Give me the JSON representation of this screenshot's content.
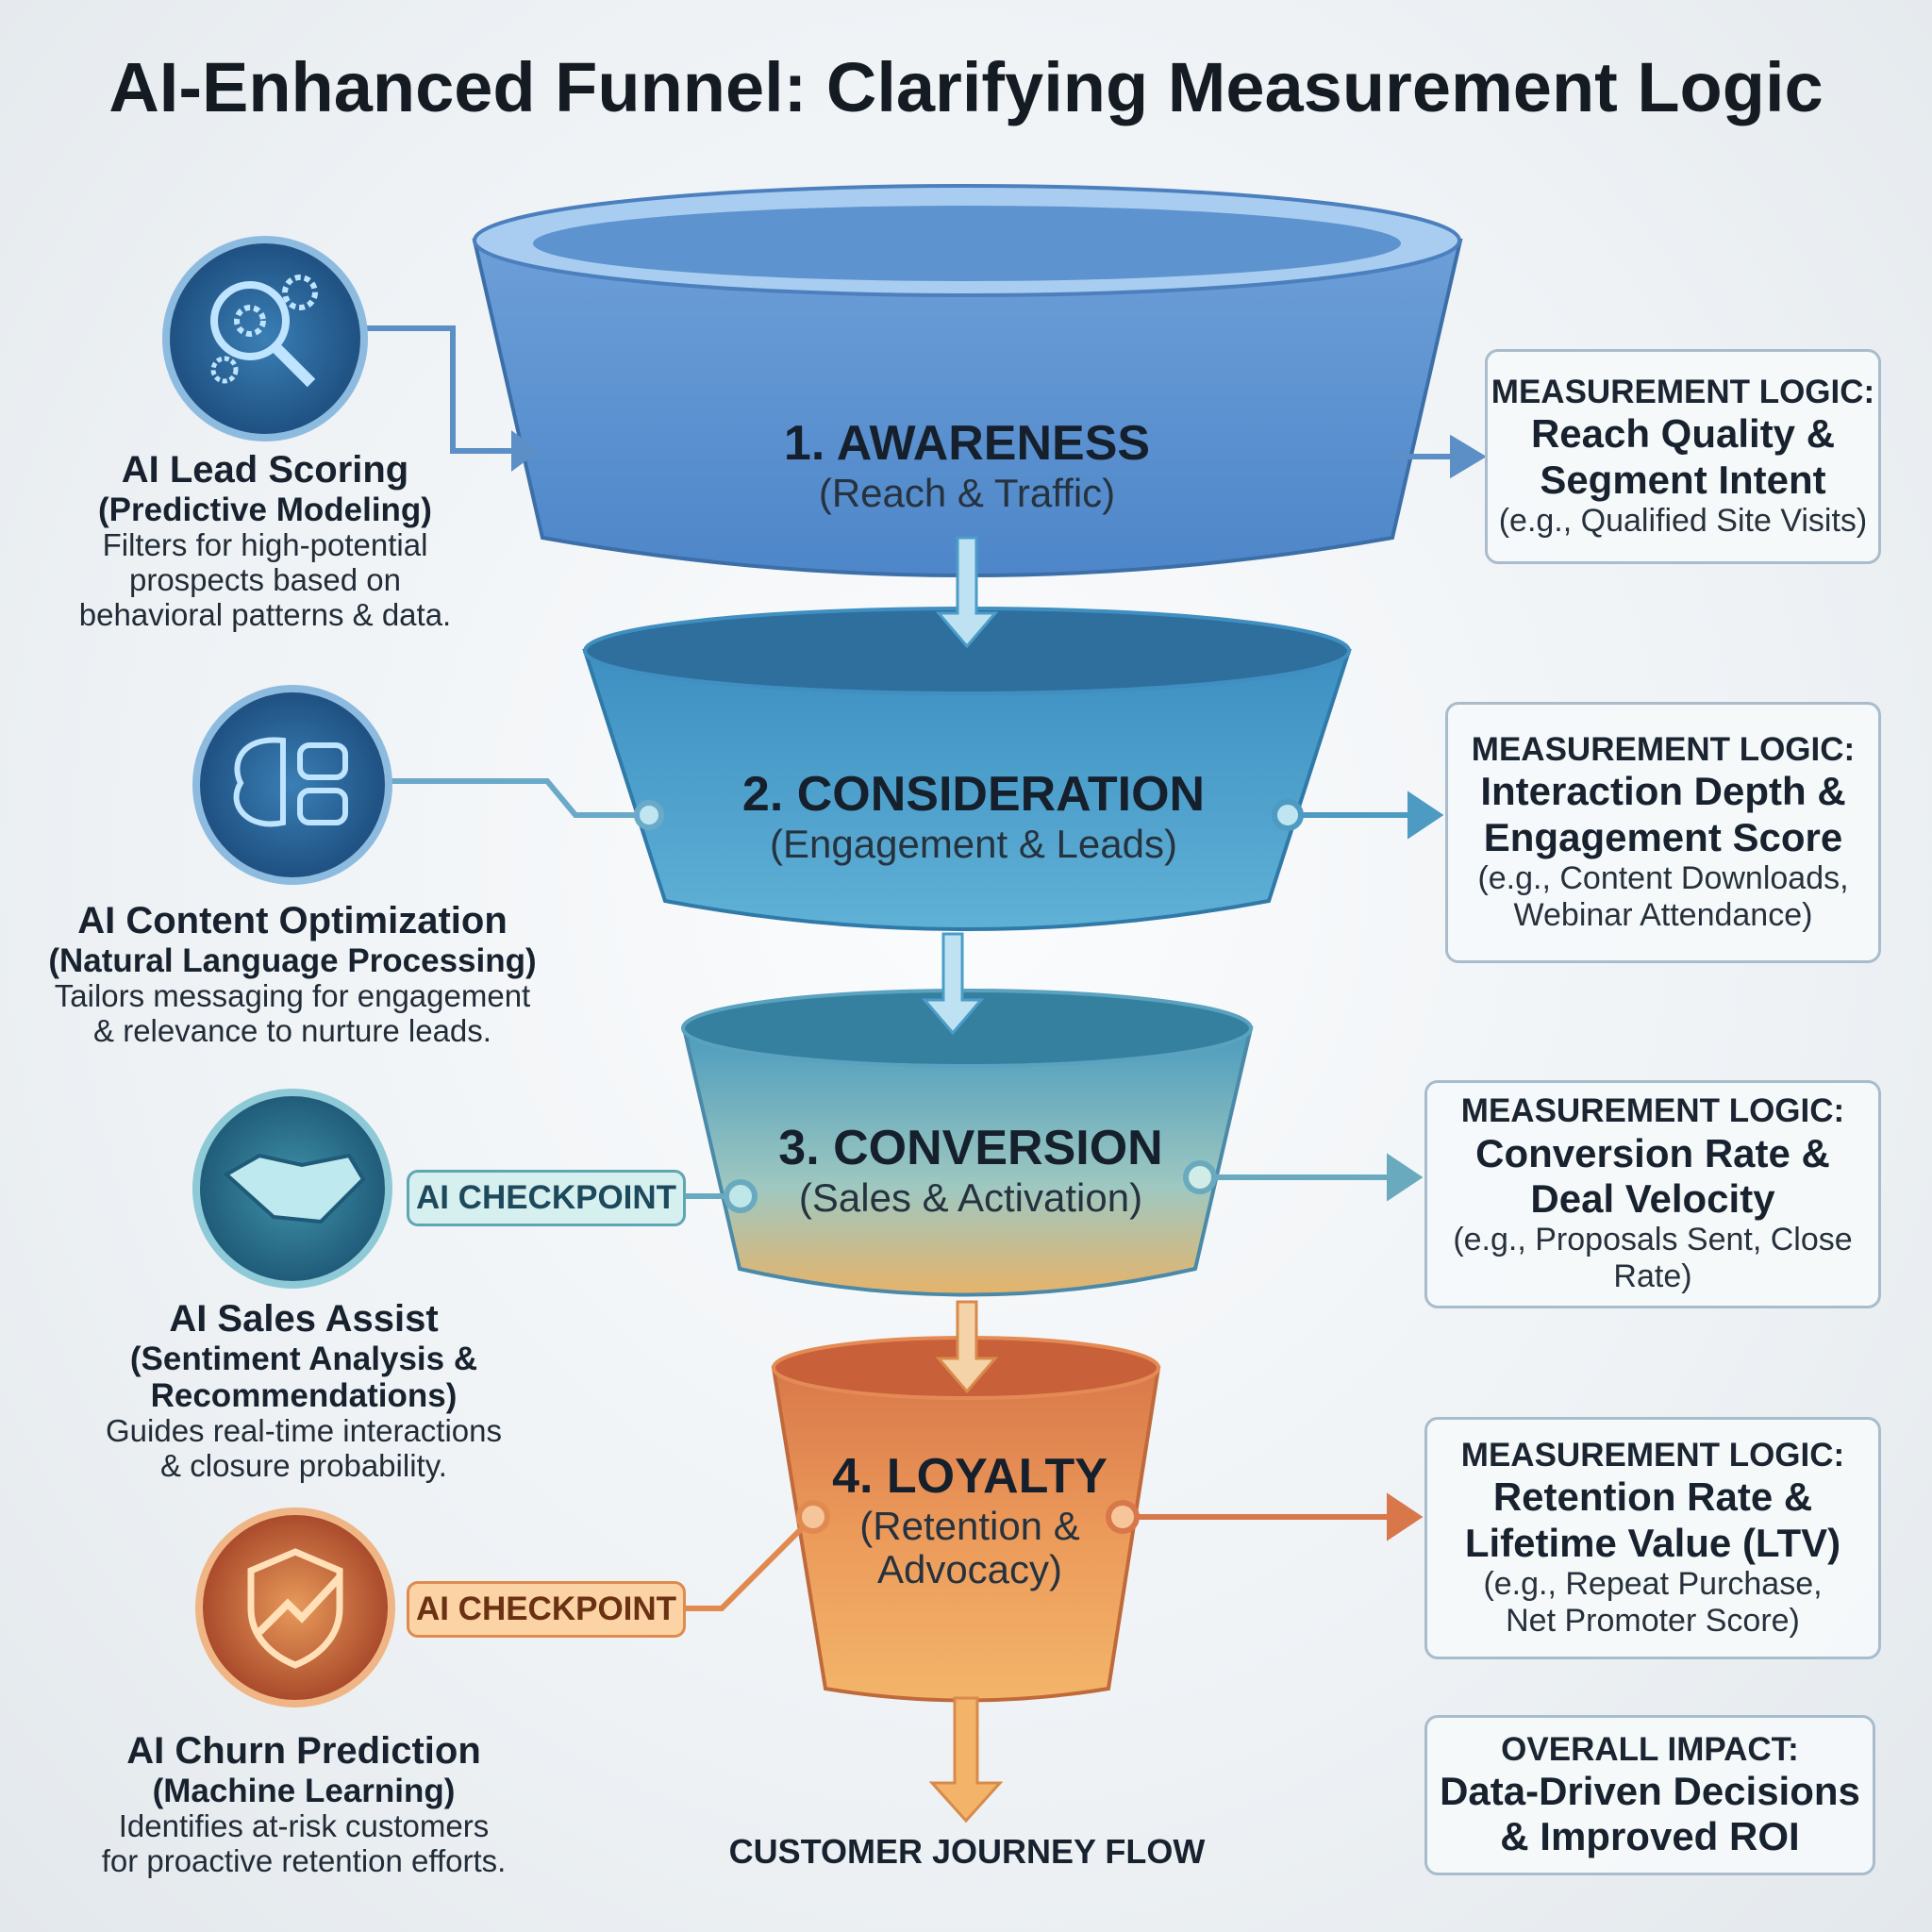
{
  "title": "AI-Enhanced Funnel: Clarifying Measurement Logic",
  "stages": [
    {
      "title": "1. AWARENESS",
      "sub": "(Reach & Traffic)"
    },
    {
      "title": "2. CONSIDERATION",
      "sub": "(Engagement & Leads)"
    },
    {
      "title": "3. CONVERSION",
      "sub": "(Sales & Activation)"
    },
    {
      "title": "4. LOYALTY",
      "sub": "(Retention &",
      "sub2": "Advocacy)"
    }
  ],
  "ai_tools": [
    {
      "icon": "gear-magnifier-icon",
      "title": "AI Lead Scoring",
      "sub": "(Predictive Modeling)",
      "desc": [
        "Filters for high-potential",
        "prospects based on",
        "behavioral patterns & data."
      ]
    },
    {
      "icon": "brain-chat-icon",
      "title": "AI Content Optimization",
      "sub": "(Natural Language Processing)",
      "desc": [
        "Tailors messaging for engagement",
        "& relevance to nurture leads."
      ]
    },
    {
      "icon": "handshake-icon",
      "title": "AI Sales Assist",
      "sub": "(Sentiment Analysis &",
      "sub2": "Recommendations)",
      "desc": [
        "Guides real-time interactions",
        "& closure probability."
      ]
    },
    {
      "icon": "shield-trend-icon",
      "title": "AI Churn Prediction",
      "sub": "(Machine Learning)",
      "desc": [
        "Identifies at-risk customers",
        "for proactive retention efforts."
      ]
    }
  ],
  "checkpoint_label": "AI CHECKPOINT",
  "measurement": [
    {
      "header": "MEASUREMENT LOGIC:",
      "bold": [
        "Reach Quality &",
        "Segment Intent"
      ],
      "ex": [
        "(e.g., Qualified Site Visits)"
      ]
    },
    {
      "header": "MEASUREMENT LOGIC:",
      "bold": [
        "Interaction Depth &",
        "Engagement Score"
      ],
      "ex": [
        "(e.g., Content Downloads,",
        "Webinar Attendance)"
      ]
    },
    {
      "header": "MEASUREMENT LOGIC:",
      "bold": [
        "Conversion Rate &",
        "Deal Velocity"
      ],
      "ex": [
        "(e.g., Proposals Sent, Close Rate)"
      ]
    },
    {
      "header": "MEASUREMENT LOGIC:",
      "bold": [
        "Retention Rate &",
        "Lifetime Value (LTV)"
      ],
      "ex": [
        "(e.g., Repeat Purchase,",
        "Net Promoter Score)"
      ]
    }
  ],
  "overall": {
    "header": "OVERALL IMPACT:",
    "bold": [
      "Data-Driven Decisions",
      "& Improved ROI"
    ]
  },
  "flow_label": "CUSTOMER JOURNEY FLOW"
}
